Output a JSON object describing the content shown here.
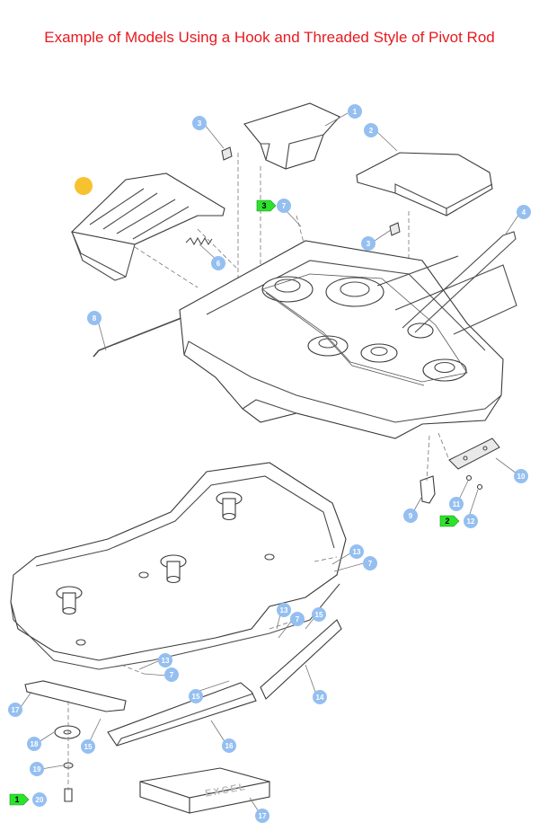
{
  "title": "Example of Models Using a Hook and Threaded Style of Pivot Rod",
  "colors": {
    "title": "#e8191f",
    "callout": "#94bff0",
    "flag": "#2be32b",
    "highlight": "#f6c230"
  },
  "brand_text": "EXCEL",
  "callouts": [
    {
      "id": "c1",
      "label": "1"
    },
    {
      "id": "c2",
      "label": "2"
    },
    {
      "id": "c3a",
      "label": "3"
    },
    {
      "id": "c3b",
      "label": "3"
    },
    {
      "id": "c4",
      "label": "4"
    },
    {
      "id": "c6",
      "label": "6"
    },
    {
      "id": "c7a",
      "label": "7"
    },
    {
      "id": "c8",
      "label": "8"
    },
    {
      "id": "c9",
      "label": "9"
    },
    {
      "id": "c10",
      "label": "10"
    },
    {
      "id": "c11",
      "label": "11"
    },
    {
      "id": "c12",
      "label": "12"
    },
    {
      "id": "c13a",
      "label": "13"
    },
    {
      "id": "c7b",
      "label": "7"
    },
    {
      "id": "c13b",
      "label": "13"
    },
    {
      "id": "c7c",
      "label": "7"
    },
    {
      "id": "c15a",
      "label": "15"
    },
    {
      "id": "c13c",
      "label": "13"
    },
    {
      "id": "c7d",
      "label": "7"
    },
    {
      "id": "c14",
      "label": "14"
    },
    {
      "id": "c15b",
      "label": "15"
    },
    {
      "id": "c17a",
      "label": "17"
    },
    {
      "id": "c18",
      "label": "18"
    },
    {
      "id": "c15c",
      "label": "15"
    },
    {
      "id": "c16",
      "label": "16"
    },
    {
      "id": "c19",
      "label": "19"
    },
    {
      "id": "c20",
      "label": "20"
    },
    {
      "id": "c17b",
      "label": "17"
    }
  ],
  "flags": [
    {
      "id": "f3",
      "label": "3"
    },
    {
      "id": "f2",
      "label": "2"
    },
    {
      "id": "f1",
      "label": "1"
    }
  ]
}
